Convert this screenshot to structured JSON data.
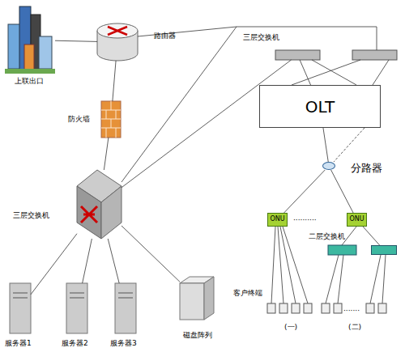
{
  "diagram": {
    "nodes": [
      {
        "text": [
          "上联出口"
        ]
      },
      {
        "text": [
          "路由器"
        ]
      },
      {
        "text": [
          "防火墙"
        ]
      },
      {
        "text": [
          "三层交换机"
        ]
      },
      {
        "text": [
          "服务器1"
        ]
      },
      {
        "text": [
          "服务器2"
        ]
      },
      {
        "text": [
          "服务器3"
        ]
      },
      {
        "text": [
          "磁盘阵列"
        ]
      },
      {
        "text": [
          "三层交换机"
        ]
      },
      {
        "text": [
          "OLT"
        ]
      },
      {
        "text": [
          "分路器"
        ]
      },
      {
        "text": [
          "ONU"
        ]
      },
      {
        "text": [
          "ONU"
        ]
      },
      {
        "text": [
          "二层交换机"
        ]
      }
    ],
    "edges": [
      {
        "from": 0,
        "to": 1,
        "arrow": "none"
      },
      {
        "from": 1,
        "to": 2,
        "arrow": "none"
      },
      {
        "from": 2,
        "to": 3,
        "arrow": "none"
      },
      {
        "from": 3,
        "to": 4,
        "arrow": "none"
      },
      {
        "from": 3,
        "to": 5,
        "arrow": "none"
      },
      {
        "from": 3,
        "to": 6,
        "arrow": "none"
      },
      {
        "from": 3,
        "to": 7,
        "arrow": "none"
      },
      {
        "from": 3,
        "to": 8,
        "arrow": "none"
      },
      {
        "from": 8,
        "to": 9,
        "arrow": "none"
      },
      {
        "from": 9,
        "to": 10,
        "arrow": "none"
      },
      {
        "from": 10,
        "to": 11,
        "arrow": "none"
      },
      {
        "from": 10,
        "to": 12,
        "arrow": "none"
      },
      {
        "from": 12,
        "to": 13,
        "arrow": "none"
      }
    ],
    "labels": [
      "客户终端",
      "(一)",
      "(二)",
      "··········",
      "·······"
    ]
  }
}
